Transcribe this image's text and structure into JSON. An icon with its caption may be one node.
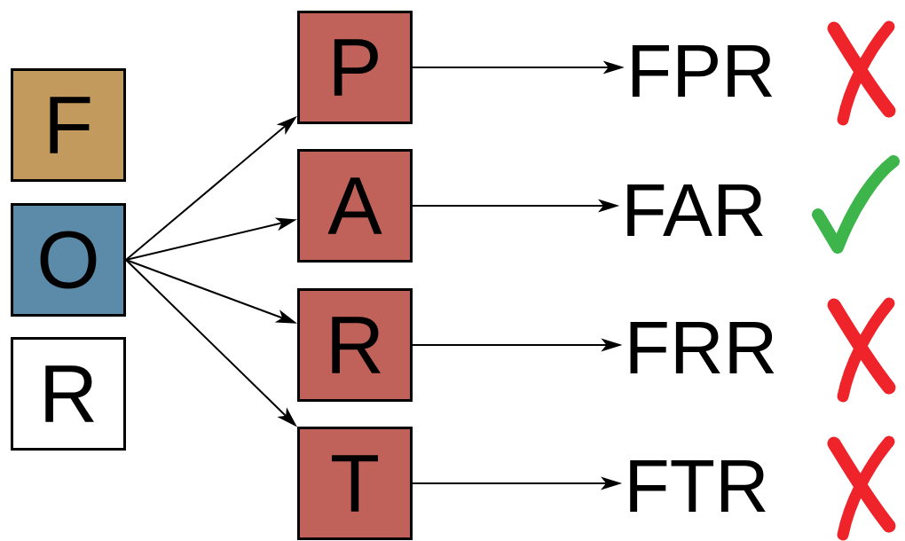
{
  "diagram": {
    "nodes": [
      {
        "text": [
          "F"
        ]
      },
      {
        "text": [
          "O"
        ]
      },
      {
        "text": [
          "R"
        ]
      },
      {
        "text": [
          "P"
        ]
      },
      {
        "text": [
          "A"
        ]
      },
      {
        "text": [
          "R"
        ]
      },
      {
        "text": [
          "T"
        ]
      },
      {
        "text": [
          "FPR"
        ]
      },
      {
        "text": [
          "FAR"
        ]
      },
      {
        "text": [
          "FRR"
        ]
      },
      {
        "text": [
          "FTR"
        ]
      },
      {
        "text": [],
        "shape": "cross"
      },
      {
        "text": [],
        "shape": "check"
      },
      {
        "text": [],
        "shape": "cross"
      },
      {
        "text": [],
        "shape": "cross"
      }
    ],
    "edges": [
      {
        "from": 1,
        "to": 3,
        "arrow": "to"
      },
      {
        "from": 1,
        "to": 4,
        "arrow": "to"
      },
      {
        "from": 1,
        "to": 5,
        "arrow": "to"
      },
      {
        "from": 1,
        "to": 6,
        "arrow": "to"
      },
      {
        "from": 3,
        "to": 7,
        "arrow": "to"
      },
      {
        "from": 4,
        "to": 8,
        "arrow": "to"
      },
      {
        "from": 5,
        "to": 9,
        "arrow": "to"
      },
      {
        "from": 6,
        "to": 10,
        "arrow": "to"
      }
    ]
  }
}
